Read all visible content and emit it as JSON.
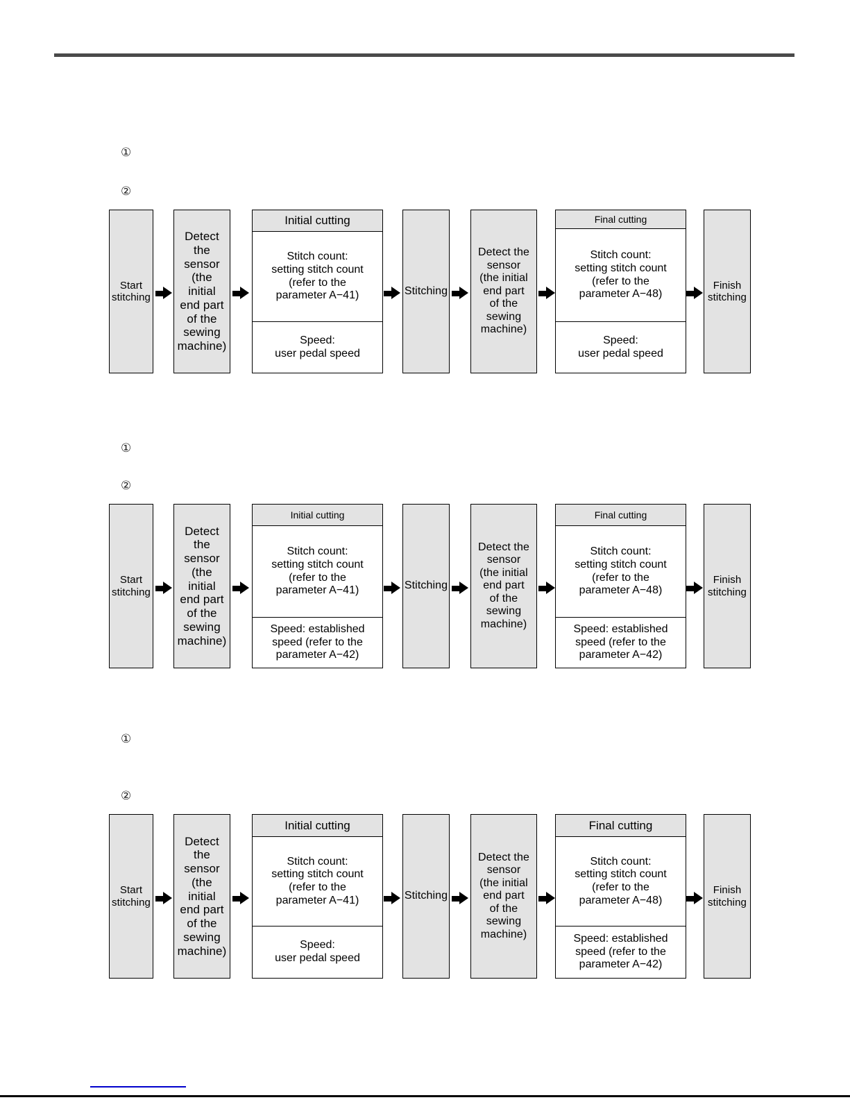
{
  "page": {
    "header_rule": true,
    "footer_rule": true,
    "footer_link_text": ""
  },
  "markers": {
    "one": "①",
    "two": "②"
  },
  "shared": {
    "start_stitching": "Start\nstitching",
    "detect_sensor_left": "Detect\nthe\nsensor\n(the\ninitial\nend part\nof  the\nsewing\nmachine)",
    "stitching": "Stitching",
    "detect_sensor_right": "Detect the\nsensor\n(the initial\nend part\nof  the\nsewing\nmachine)",
    "finish_stitching": "Finish\nstitching",
    "initial_cutting_title": "Initial cutting",
    "final_cutting_title": "Final cutting",
    "stitch_count_a41": "Stitch count:\nsetting stitch count\n(refer to the\nparameter A−41)",
    "stitch_count_a48": "Stitch count:\nsetting stitch count\n(refer to the\nparameter A−48)",
    "speed_user_pedal": "Speed:\nuser pedal speed",
    "speed_established_a42": "Speed: established\nspeed (refer to the\nparameter A−42)"
  },
  "diagrams": [
    {
      "id": "diagram-1",
      "marker_one": "①",
      "marker_two": "②",
      "nodes": {
        "start": "Start\nstitching",
        "detect_left": "Detect\nthe\nsensor\n(the\ninitial\nend part\nof  the\nsewing\nmachine)",
        "initial_cutting": {
          "title": "Initial cutting",
          "stitch_count": "Stitch count:\nsetting stitch count\n(refer to the\nparameter A−41)",
          "speed": "Speed:\nuser pedal speed"
        },
        "stitching": "Stitching",
        "detect_right": "Detect the\nsensor\n(the initial\nend part\nof  the\nsewing\nmachine)",
        "final_cutting": {
          "title": "Final cutting",
          "stitch_count": "Stitch count:\nsetting stitch count\n(refer to the\nparameter A−48)",
          "speed": "Speed:\nuser pedal speed"
        },
        "finish": "Finish\nstitching"
      }
    },
    {
      "id": "diagram-2",
      "marker_one": "①",
      "marker_two": "②",
      "nodes": {
        "start": "Start\nstitching",
        "detect_left": "Detect\nthe\nsensor\n(the\ninitial\nend part\nof  the\nsewing\nmachine)",
        "initial_cutting": {
          "title": "Initial cutting",
          "stitch_count": "Stitch count:\nsetting stitch count\n(refer to the\nparameter A−41)",
          "speed": "Speed: established\nspeed (refer to the\nparameter A−42)"
        },
        "stitching": "Stitching",
        "detect_right": "Detect the\nsensor\n(the initial\nend part\nof  the\nsewing\nmachine)",
        "final_cutting": {
          "title": "Final cutting",
          "stitch_count": "Stitch count:\nsetting stitch count\n(refer to the\nparameter A−48)",
          "speed": "Speed: established\nspeed (refer to the\nparameter A−42)"
        },
        "finish": "Finish\nstitching"
      }
    },
    {
      "id": "diagram-3",
      "marker_one": "①",
      "marker_two": "②",
      "nodes": {
        "start": "Start\nstitching",
        "detect_left": "Detect\nthe\nsensor\n(the\ninitial\nend part\nof  the\nsewing\nmachine)",
        "initial_cutting": {
          "title": "Initial cutting",
          "stitch_count": "Stitch count:\nsetting stitch count\n(refer to the\nparameter A−41)",
          "speed": "Speed:\nuser pedal speed"
        },
        "stitching": "Stitching",
        "detect_right": "Detect the\nsensor\n(the initial\nend part\nof  the\nsewing\nmachine)",
        "final_cutting": {
          "title": "Final cutting",
          "stitch_count": "Stitch count:\nsetting stitch count\n(refer to the\nparameter A−48)",
          "speed": "Speed: established\nspeed (refer to the\nparameter A−42)"
        },
        "finish": "Finish\nstitching"
      }
    }
  ],
  "colors": {
    "node_fill": "#e3e3e3",
    "node_border": "#000000",
    "cell_fill": "#ffffff",
    "header_rule": "#4a4a4a",
    "footer_rule": "#000000",
    "link": "#0000cc"
  }
}
